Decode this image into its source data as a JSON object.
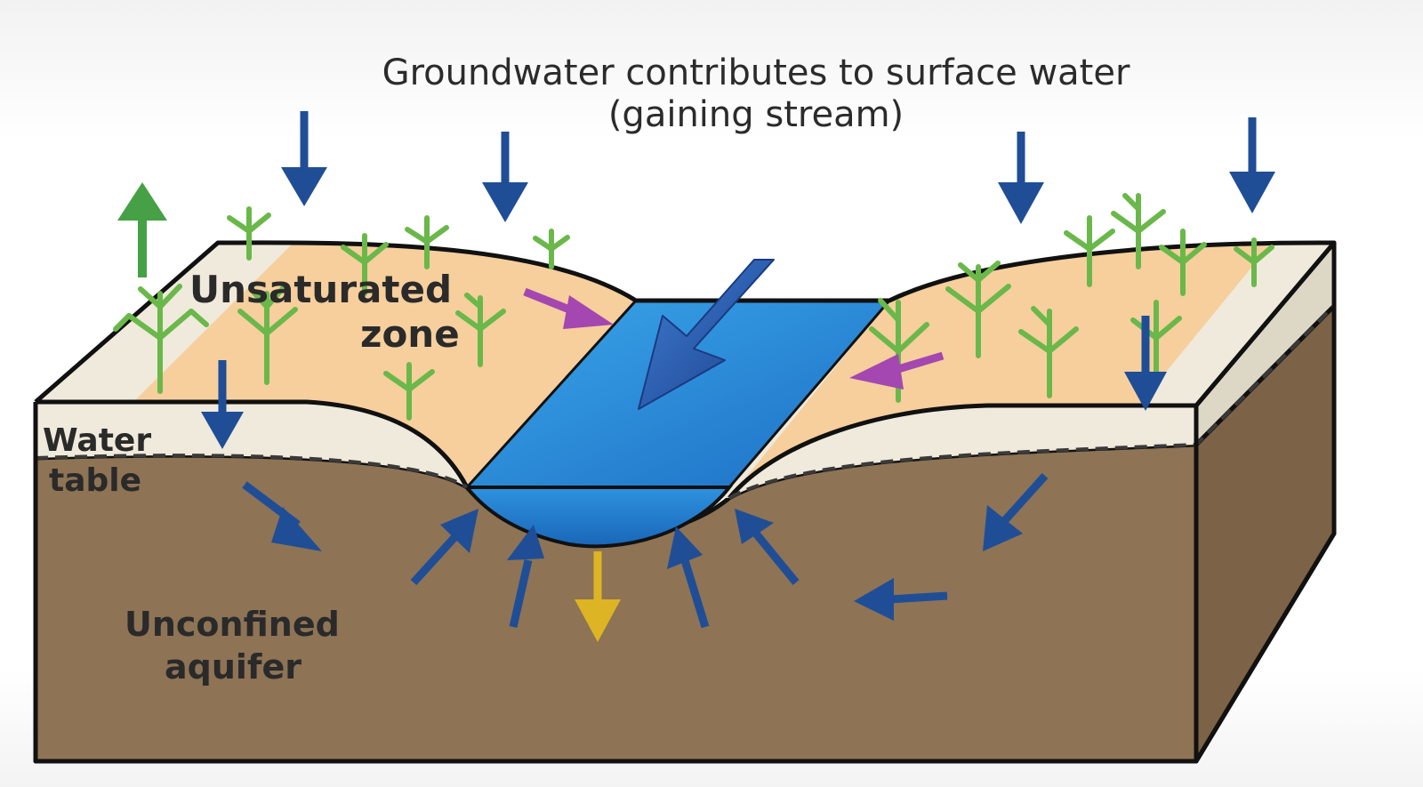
{
  "title": {
    "line1": "Groundwater contributes to surface water",
    "line2": "(gaining stream)"
  },
  "labels": {
    "unsaturated_1": "Unsaturated",
    "unsaturated_2": "zone",
    "water_table_1": "Water",
    "water_table_2": "table",
    "aquifer_1": "Unconfined",
    "aquifer_2": "aquifer"
  },
  "colors": {
    "surface": "#efeadb",
    "unsaturated": "#f5ce9a",
    "aquifer": "#8e7355",
    "aquifer_side": "#7c6246",
    "stream": "#2f8fd9",
    "flow_arrow": "#1f4e96",
    "evapotranspiration_arrow": "#45a046",
    "seepage_arrow": "#a447b0",
    "leakage_arrow": "#dcb424",
    "vegetation": "#6ab84a"
  },
  "icons": {
    "precipitation": "arrow-down-icon",
    "evapotranspiration": "arrow-up-icon",
    "groundwater_flow": "arrow-icon",
    "stream_flow": "arrow-icon",
    "vegetation": "plant-icon"
  }
}
